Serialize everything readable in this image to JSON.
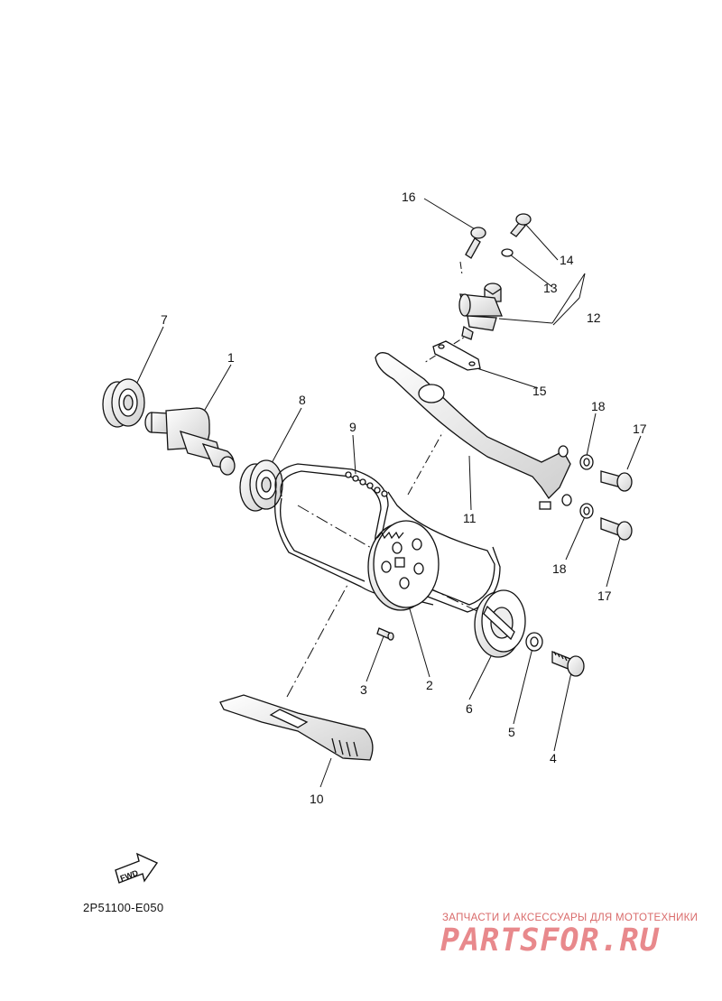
{
  "diagram": {
    "code": "2P51100-E050",
    "fwd_label": "FWD",
    "watermark": {
      "tagline": "ЗАПЧАСТИ И АКСЕССУАРЫ ДЛЯ МОТОТЕХНИКИ",
      "brand": "PARTSFOR.RU"
    },
    "callouts": {
      "p1": "1",
      "p2": "2",
      "p3": "3",
      "p4": "4",
      "p5": "5",
      "p6": "6",
      "p7": "7",
      "p8": "8",
      "p9": "9",
      "p10": "10",
      "p11": "11",
      "p12": "12",
      "p13": "13",
      "p14": "14",
      "p15": "15",
      "p16": "16",
      "p17a": "17",
      "p17b": "17",
      "p18a": "18",
      "p18b": "18"
    }
  }
}
